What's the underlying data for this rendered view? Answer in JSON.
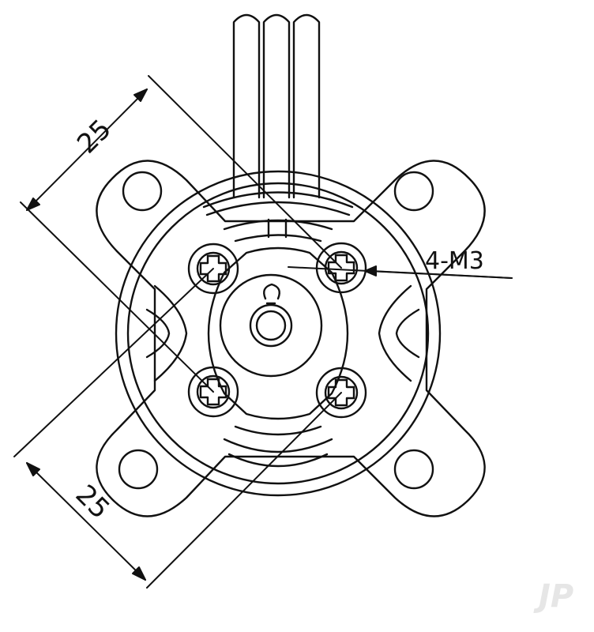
{
  "diagram": {
    "dimension_top": "25",
    "dimension_bottom": "25",
    "callout": "4-M3",
    "watermark": "JP"
  },
  "colors": {
    "line": "#111111",
    "background": "#ffffff",
    "watermark": "#e6e6e6"
  }
}
